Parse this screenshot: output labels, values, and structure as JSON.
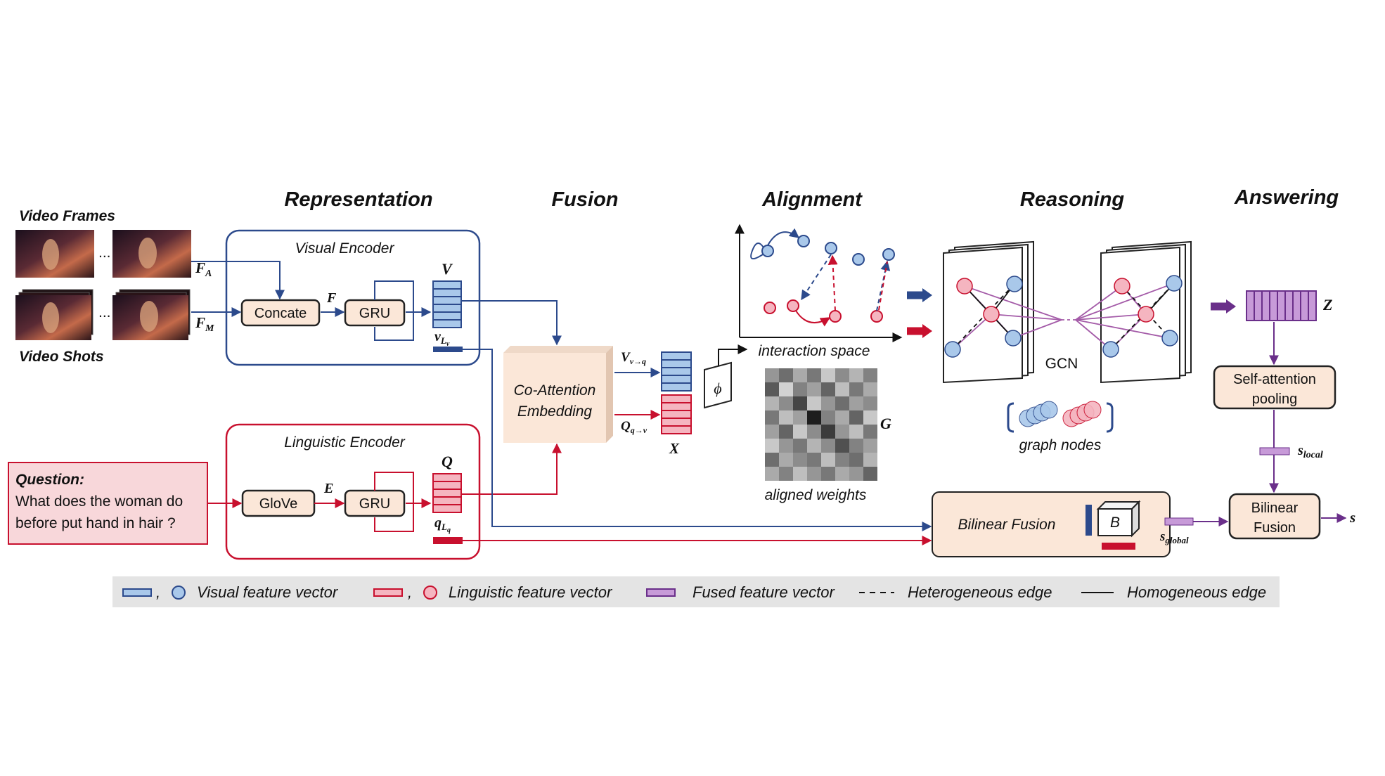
{
  "stages": {
    "representation": "Representation",
    "fusion": "Fusion",
    "alignment": "Alignment",
    "reasoning": "Reasoning",
    "answering": "Answering"
  },
  "inputs": {
    "video_frames": "Video Frames",
    "video_shots": "Video Shots",
    "ellipsis": "...",
    "f_a": "F",
    "f_a_sub": "A",
    "f_m": "F",
    "f_m_sub": "M"
  },
  "visual_encoder": {
    "title": "Visual Encoder",
    "concate": "Concate",
    "gru": "GRU",
    "f_label": "F",
    "v_label": "V",
    "vl_label": "v",
    "vl_sub": "L",
    "vl_subsub": "v"
  },
  "linguistic_encoder": {
    "title": "Linguistic Encoder",
    "glove": "GloVe",
    "gru": "GRU",
    "e_label": "E",
    "q_label": "Q",
    "ql_label": "q",
    "ql_sub": "L",
    "ql_subsub": "q"
  },
  "question": {
    "heading": "Question:",
    "line1": "What does the woman do",
    "line2": "before put hand in hair ?"
  },
  "fusion": {
    "line1": "Co-Attention",
    "line2": "Embedding",
    "v_to_q": "V",
    "v_to_q_sub": "v→q",
    "q_to_v": "Q",
    "q_to_v_sub": "q→v",
    "x_label": "X",
    "phi": "ϕ"
  },
  "alignment": {
    "interaction_space": "interaction space",
    "aligned_weights": "aligned weights",
    "g_label": "G"
  },
  "reasoning": {
    "gcn": "GCN",
    "graph_nodes": "graph nodes"
  },
  "answering": {
    "z_label": "Z",
    "self_attention_line1": "Self-attention",
    "self_attention_line2": "pooling",
    "s_local": "s",
    "s_local_sub": "local",
    "bilinear_line1": "Bilinear",
    "bilinear_line2": "Fusion",
    "s_out": "s"
  },
  "bilinear_global": {
    "title": "Bilinear Fusion",
    "b_label": "B",
    "s_global": "s",
    "s_global_sub": "global"
  },
  "legend": {
    "visual": "Visual feature vector",
    "linguistic": "Linguistic feature vector",
    "fused": "Fused feature vector",
    "heterogeneous": "Heterogeneous edge",
    "homogeneous": "Homogeneous edge",
    "comma": ","
  },
  "colors": {
    "visual_blue": "#2c4a8c",
    "visual_fill": "#a9c8ea",
    "linguistic_red": "#c8102e",
    "linguistic_fill": "#f5b5c0",
    "fused_purple": "#6a2f8a",
    "fused_fill": "#c79ad8",
    "box_fill": "#fbe7d8",
    "legend_bg": "#e4e4e4",
    "question_fill": "#f8d7da"
  },
  "grid_gray_levels": [
    [
      150,
      110,
      170,
      120,
      200,
      140,
      180,
      130
    ],
    [
      90,
      210,
      130,
      160,
      100,
      190,
      120,
      170
    ],
    [
      180,
      140,
      70,
      200,
      150,
      110,
      160,
      140
    ],
    [
      120,
      190,
      160,
      30,
      130,
      170,
      100,
      200
    ],
    [
      160,
      100,
      200,
      140,
      60,
      150,
      190,
      120
    ],
    [
      200,
      150,
      120,
      180,
      140,
      80,
      130,
      160
    ],
    [
      110,
      170,
      140,
      120,
      190,
      130,
      110,
      180
    ],
    [
      170,
      130,
      190,
      150,
      120,
      170,
      150,
      100
    ]
  ]
}
